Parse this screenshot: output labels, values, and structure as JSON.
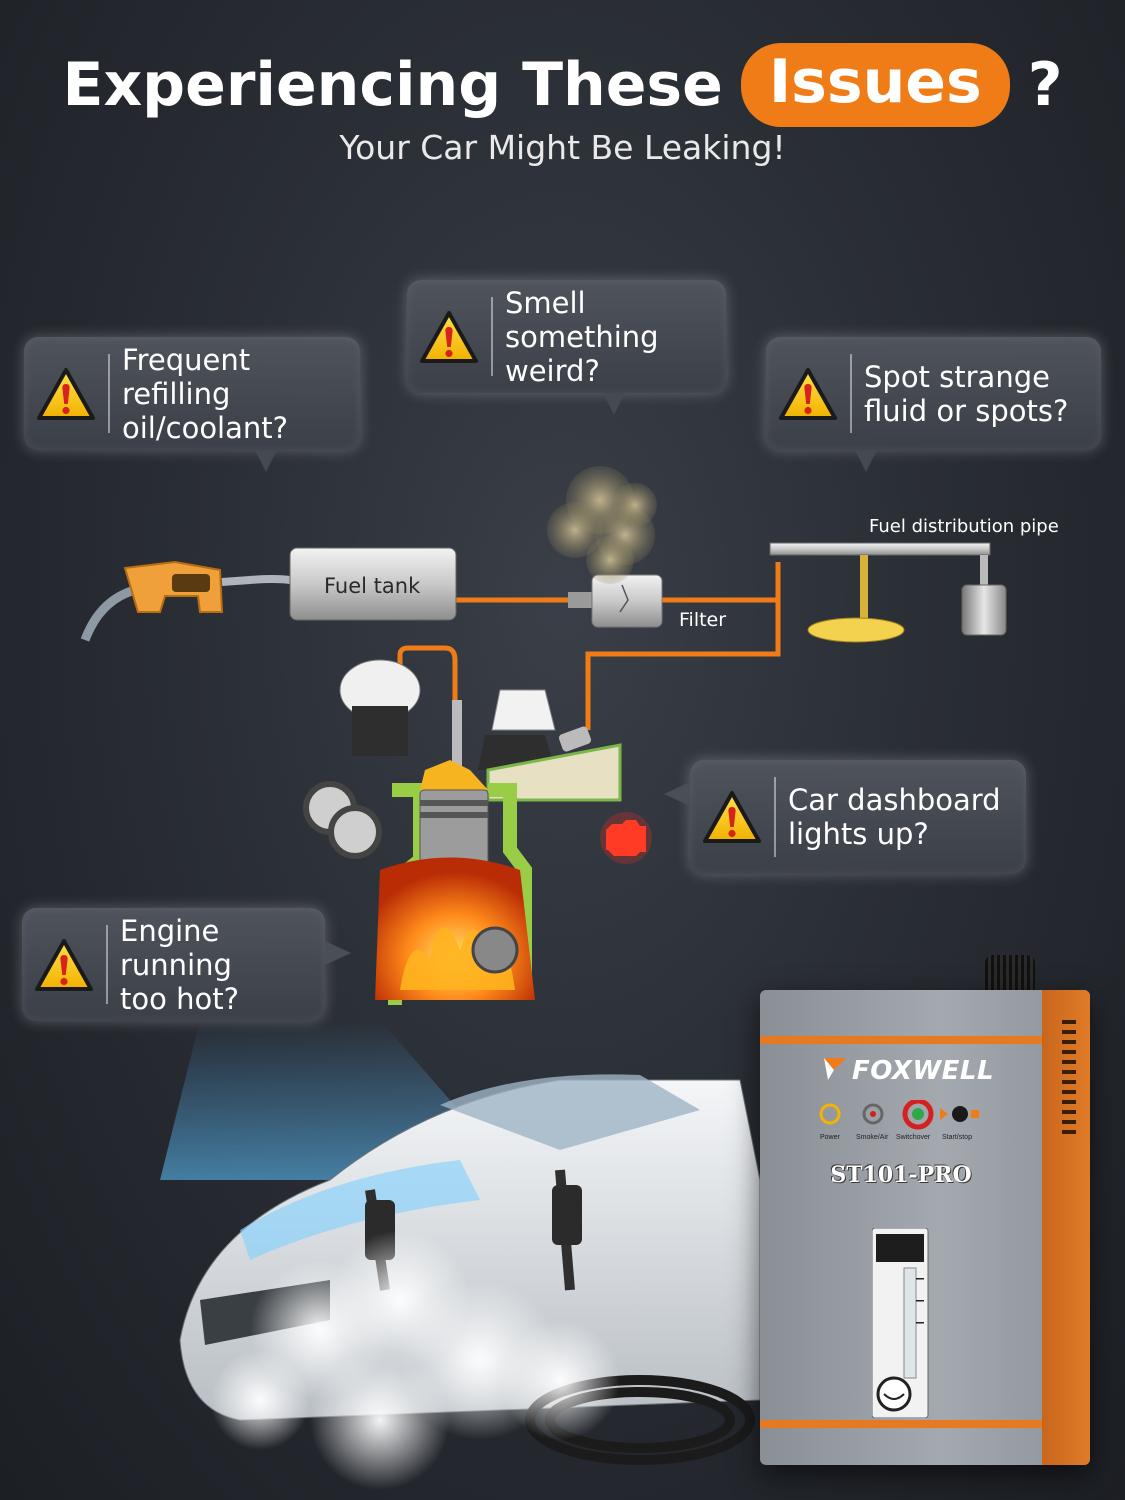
{
  "header": {
    "title_main": "Experiencing These",
    "title_highlight": "Issues",
    "title_suffix": "?",
    "subtitle": "Your Car Might Be Leaking!"
  },
  "callouts": {
    "refill": {
      "line1": "Frequent refilling",
      "line2": "oil/coolant?"
    },
    "smell": {
      "line1": "Smell something",
      "line2": "weird?"
    },
    "fluid": {
      "line1": "Spot strange",
      "line2": "fluid or spots?"
    },
    "dashboard": {
      "line1": "Car dashboard",
      "line2": "lights up?"
    },
    "engine": {
      "line1": "Engine running",
      "line2": "too hot?"
    }
  },
  "diagram": {
    "fuel_tank": "Fuel tank",
    "filter": "Filter",
    "fuel_pipe": "Fuel distribution pipe"
  },
  "device": {
    "brand": "FOXWELL",
    "model": "ST101-PRO",
    "controls": [
      "Power",
      "Smoke/Air",
      "Switchover",
      "Start/stop"
    ]
  },
  "colors": {
    "accent": "#f07c18",
    "background": "#2a2e35",
    "warning": "#f5c518",
    "pipe": "#f07c18"
  }
}
